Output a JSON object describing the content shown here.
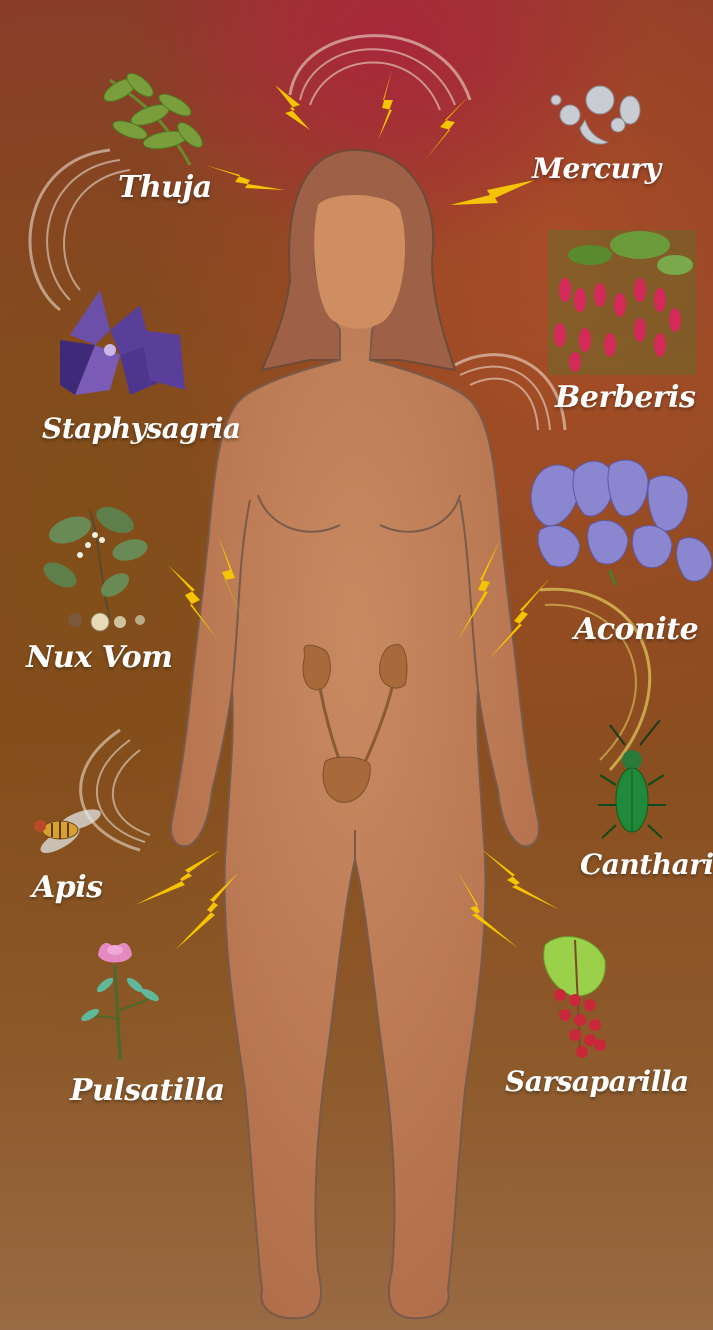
{
  "remedies": [
    {
      "id": "thuja",
      "label": "Thuja",
      "icon": "thuja-leaf-icon"
    },
    {
      "id": "mercury",
      "label": "Mercury",
      "icon": "mercury-drops-icon"
    },
    {
      "id": "staphysagria",
      "label": "Staphysagria",
      "icon": "staphysagria-flower-icon"
    },
    {
      "id": "berberis",
      "label": "Berberis",
      "icon": "berberis-berries-icon"
    },
    {
      "id": "nux_vom",
      "label": "Nux Vom",
      "icon": "nux-vomica-plant-icon"
    },
    {
      "id": "aconite",
      "label": "Aconite",
      "icon": "aconite-flower-icon"
    },
    {
      "id": "apis",
      "label": "Apis",
      "icon": "bee-icon"
    },
    {
      "id": "cantharis",
      "label": "Cantharis",
      "icon": "beetle-icon"
    },
    {
      "id": "pulsatilla",
      "label": "Pulsatilla",
      "icon": "pulsatilla-flower-icon"
    },
    {
      "id": "sarsaparilla",
      "label": "Sarsaparilla",
      "icon": "sarsaparilla-berries-icon"
    }
  ],
  "colors": {
    "lightning": "#f5c400",
    "body": "#c07a55",
    "skin_outline": "#7a5a48",
    "hair": "#9a5e45",
    "organ": "#a86a3a"
  }
}
